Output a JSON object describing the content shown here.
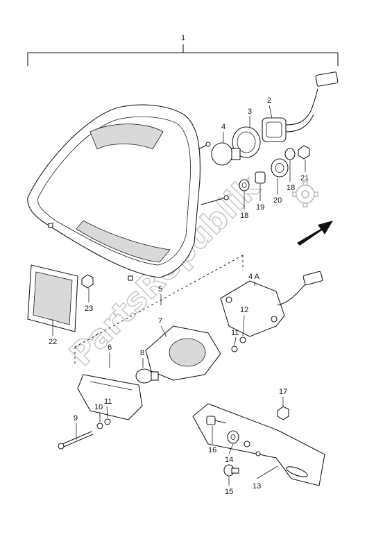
{
  "watermark": "PartsRepublik",
  "arrow_color": "#111111",
  "callouts": {
    "c1": "1",
    "c2": "2",
    "c3": "3",
    "c4": "4",
    "c4a": "4 A",
    "c5": "5",
    "c6": "6",
    "c7": "7",
    "c8": "8",
    "c9": "9",
    "c10": "10",
    "c11a": "11",
    "c11b": "11",
    "c12": "12",
    "c13": "13",
    "c14": "14",
    "c15": "15",
    "c16": "16",
    "c17": "17",
    "c18a": "18",
    "c18b": "18",
    "c19": "19",
    "c20": "20",
    "c21": "21",
    "c22": "22",
    "c23": "23"
  }
}
